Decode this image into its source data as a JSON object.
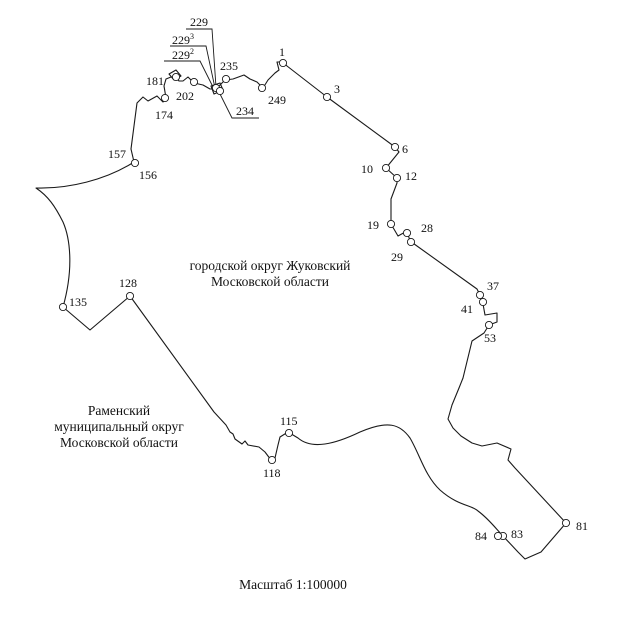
{
  "map": {
    "district_label": {
      "line1": "городской округ Жуковский",
      "line2": "Московской области"
    },
    "neighbor_label": {
      "line1": "Раменский",
      "line2": "муниципальный округ",
      "line3": "Московской области"
    },
    "scale": "Масштаб 1:100000",
    "points": {
      "p1": "1",
      "p3": "3",
      "p6": "6",
      "p10": "10",
      "p12": "12",
      "p19": "19",
      "p28": "28",
      "p29": "29",
      "p37": "37",
      "p41": "41",
      "p53": "53",
      "p81": "81",
      "p83": "83",
      "p84": "84",
      "p115": "115",
      "p118": "118",
      "p128": "128",
      "p135": "135",
      "p156": "156",
      "p157": "157",
      "p174": "174",
      "p181": "181",
      "p202": "202",
      "p229": "229",
      "p229_2": "229",
      "p229_2_sup": "2",
      "p229_3": "229",
      "p229_3_sup": "3",
      "p234": "234",
      "p235": "235",
      "p249": "249"
    }
  }
}
